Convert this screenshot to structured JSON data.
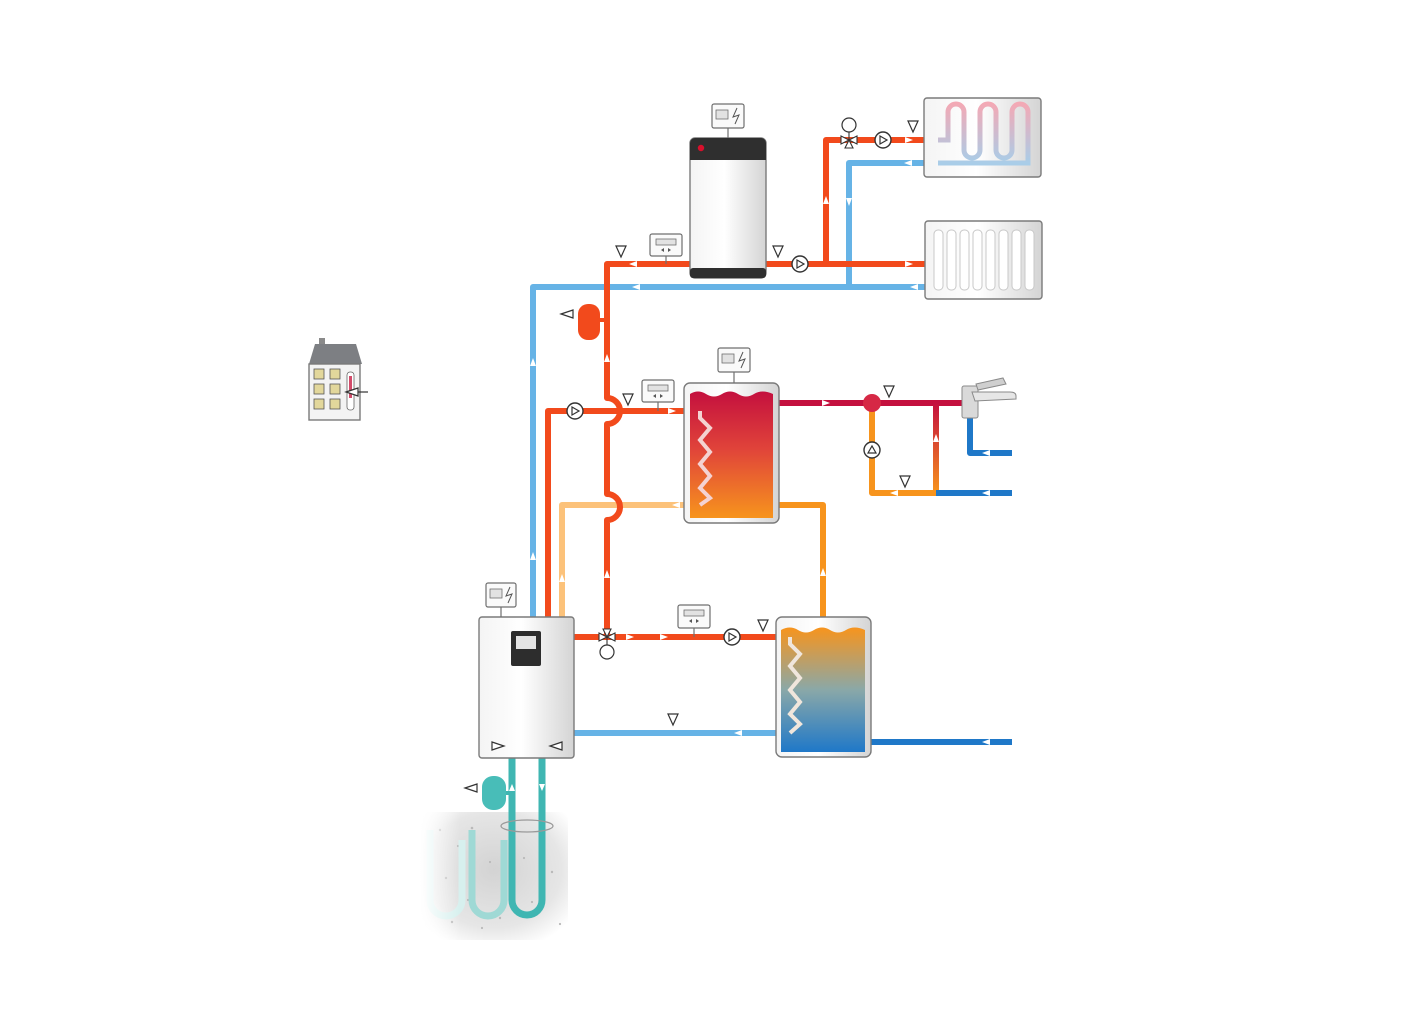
{
  "colors": {
    "supply_hot": "#f24a1c",
    "return_cold": "#66b3e6",
    "dhw_hot": "#c4103e",
    "dhw_circ": "#f7941d",
    "cold_water": "#1f78c8",
    "preheat_return": "#fcc27a",
    "brine": "#3fb6b2",
    "brine_light": "#c6ebe8"
  },
  "components": [
    {
      "id": "building-thermostat",
      "icon": "house-thermometer-icon"
    },
    {
      "id": "ground-source-heat-pump",
      "icon": "heat-pump-icon"
    },
    {
      "id": "buffer-storage-tank",
      "icon": "buffer-tank-icon"
    },
    {
      "id": "dhw-storage-tank",
      "icon": "hot-water-tank-icon"
    },
    {
      "id": "solar-preheat-tank",
      "icon": "preheat-tank-icon"
    },
    {
      "id": "underfloor-heating-circuit",
      "icon": "underfloor-heating-icon"
    },
    {
      "id": "panel-radiator",
      "icon": "radiator-icon"
    },
    {
      "id": "tap",
      "icon": "faucet-icon"
    },
    {
      "id": "ground-probe-field",
      "icon": "borehole-probe-icon"
    }
  ]
}
